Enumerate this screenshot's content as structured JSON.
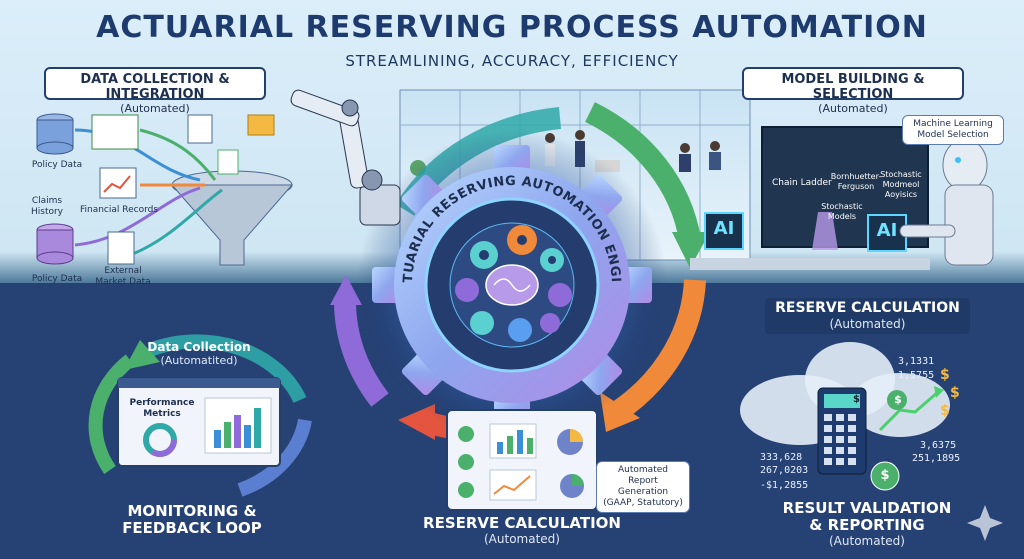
{
  "title": "ACTUARIAL RESERVING PROCESS AUTOMATION",
  "subtitle": "STREAMLINING, ACCURACY, EFFICIENCY",
  "data_collection_box": {
    "heading": "DATA COLLECTION & INTEGRATION",
    "status": "(Automated)"
  },
  "data_sources": {
    "policy_data_1": "Policy Data",
    "claims_history_line1": "Claims",
    "claims_history_line2": "History",
    "financial_records": "Financial Records",
    "policy_data_2": "Policy Data",
    "external_line1": "External",
    "external_line2": "Market Data"
  },
  "model_box": {
    "heading": "MODEL BUILDING & SELECTION",
    "status": "(Automated)"
  },
  "ml_bubble": {
    "line1": "Machine Learning",
    "line2": "Model Selection"
  },
  "screen": {
    "chain_ladder": "Chain Ladder",
    "bf_line1": "Bornhuetter-",
    "bf_line2": "Ferguson",
    "stoch_line1": "Stochastic",
    "stoch_line2": "Modmeol",
    "stoch_line3": "Aoyisics",
    "stoch_models_line1": "Stochastic",
    "stoch_models_line2": "Models",
    "ai_left": "AI",
    "ai_right": "AI"
  },
  "engine_label": "ACTUARIAL RESERVING AUTOMATION ENGINE",
  "reserve_calc_upper": {
    "heading": "RESERVE CALCULATION",
    "status": "(Automated)"
  },
  "monitoring_inner": {
    "heading": "Data Collection",
    "status": "(Automatited)"
  },
  "performance": {
    "line1": "Performance",
    "line2": "Metrics"
  },
  "monitoring_label": {
    "line1": "MONITORING &",
    "line2": "FEEDBACK LOOP"
  },
  "report_bubble": {
    "line1": "Automated Report",
    "line2": "Generation",
    "line3": "(GAAP, Statutory)"
  },
  "reserve_calc_bottom": {
    "heading": "RESERVE CALCULATION",
    "status": "(Automated)"
  },
  "calculator_display": "$",
  "numbers": {
    "n1": "3,1331",
    "n2": "1,5755",
    "n3": "333,628",
    "n4": "267,0203",
    "n5": "-$1,2855",
    "n6": "3,6375",
    "n7": "251,1895"
  },
  "coin_symbol": "$",
  "validation_label": {
    "line1": "RESULT VALIDATION",
    "line2": "& REPORTING",
    "status": "(Automated)"
  },
  "colors": {
    "navy": "#1d3b6e",
    "arrow_green": "#4cb06d",
    "arrow_orange": "#f08a3a",
    "arrow_red": "#e4553f",
    "arrow_purple": "#8e6bd8",
    "arrow_teal": "#2fa8a8",
    "gear_glow": "#7fd8ff"
  }
}
